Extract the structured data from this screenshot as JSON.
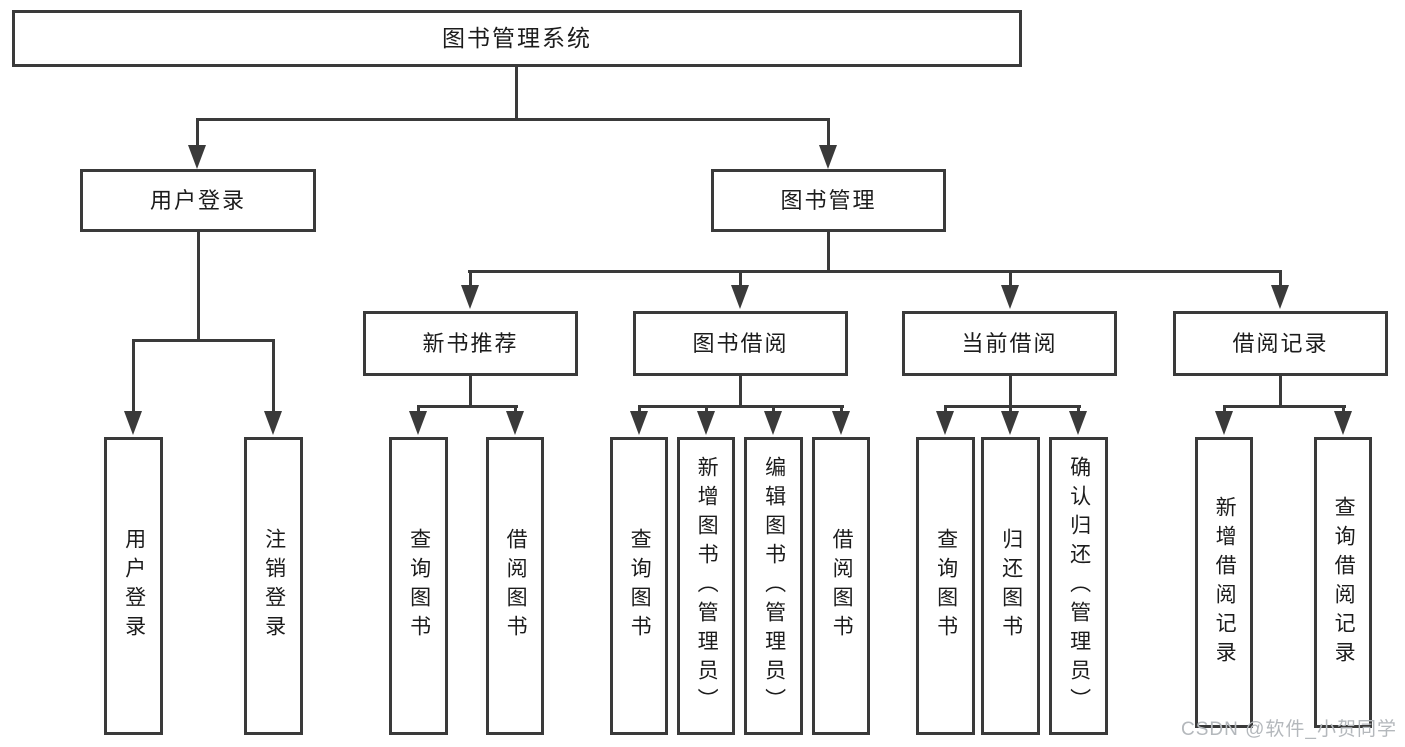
{
  "colors": {
    "line": "#3a3a3a",
    "text": "#1c1c1c",
    "background": "#ffffff",
    "watermark": "#b4b8bc"
  },
  "tree": {
    "root": {
      "label": "图书管理系统",
      "children": [
        {
          "label": "用户登录",
          "children": [
            {
              "label": "用户登录"
            },
            {
              "label": "注销登录"
            }
          ]
        },
        {
          "label": "图书管理",
          "children": [
            {
              "label": "新书推荐",
              "children": [
                {
                  "label": "查询图书"
                },
                {
                  "label": "借阅图书"
                }
              ]
            },
            {
              "label": "图书借阅",
              "children": [
                {
                  "label": "查询图书"
                },
                {
                  "label": "新增图书（管理员）"
                },
                {
                  "label": "编辑图书（管理员）"
                },
                {
                  "label": "借阅图书"
                }
              ]
            },
            {
              "label": "当前借阅",
              "children": [
                {
                  "label": "查询图书"
                },
                {
                  "label": "归还图书"
                },
                {
                  "label": "确认归还（管理员）"
                }
              ]
            },
            {
              "label": "借阅记录",
              "children": [
                {
                  "label": "新增借阅记录"
                },
                {
                  "label": "查询借阅记录"
                }
              ]
            }
          ]
        }
      ]
    }
  },
  "watermark": {
    "text": "CSDN @软件_小贺同学"
  }
}
